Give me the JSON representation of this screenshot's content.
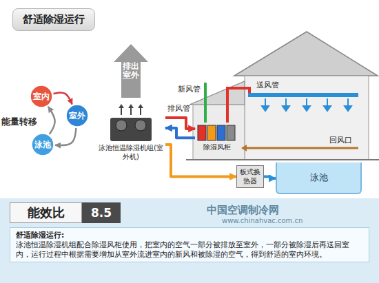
{
  "diagram": {
    "title": "舒适除湿运行",
    "nodes": [
      {
        "text": [
          "舒适除湿运行"
        ]
      },
      {
        "text": [
          "室内"
        ]
      },
      {
        "text": [
          "室外"
        ]
      },
      {
        "text": [
          "泳池"
        ]
      },
      {
        "text": [
          "泳池恒温除湿机组(室外机)"
        ]
      },
      {
        "text": [
          "除湿风柜"
        ]
      },
      {
        "text": [
          "板式换热器"
        ]
      },
      {
        "text": [
          "泳池"
        ]
      },
      {
        "text": [
          "能效比"
        ]
      },
      {
        "text": [
          "8.5"
        ]
      },
      {
        "text": [
          "舒适除湿运行:",
          "泳池恒温除湿机组配合除湿风柜使用，把室内的空气一部分被排放至室外，一部分被除湿后再送回室内，运行过程中根据需要增加从室外流进室内的新风和被除湿的空气，得到舒适的室内环境。"
        ]
      }
    ],
    "edges": [
      {
        "from": 1,
        "to": 2,
        "arrow": "to"
      },
      {
        "from": 2,
        "to": 3,
        "arrow": "to"
      },
      {
        "from": 3,
        "to": 1,
        "arrow": "to"
      },
      {
        "from": 4,
        "to": 5,
        "arrow": "to"
      },
      {
        "from": 5,
        "to": 4,
        "arrow": "to"
      },
      {
        "from": 4,
        "to": 6,
        "arrow": "to"
      },
      {
        "from": 6,
        "to": 7,
        "arrow": "to"
      }
    ],
    "labels": [
      "排出室外",
      "新风管",
      "排风管",
      "送风管",
      "回风口",
      "能量转移",
      "中国空调制冷网",
      "www.chinahvac.com.cn"
    ]
  }
}
